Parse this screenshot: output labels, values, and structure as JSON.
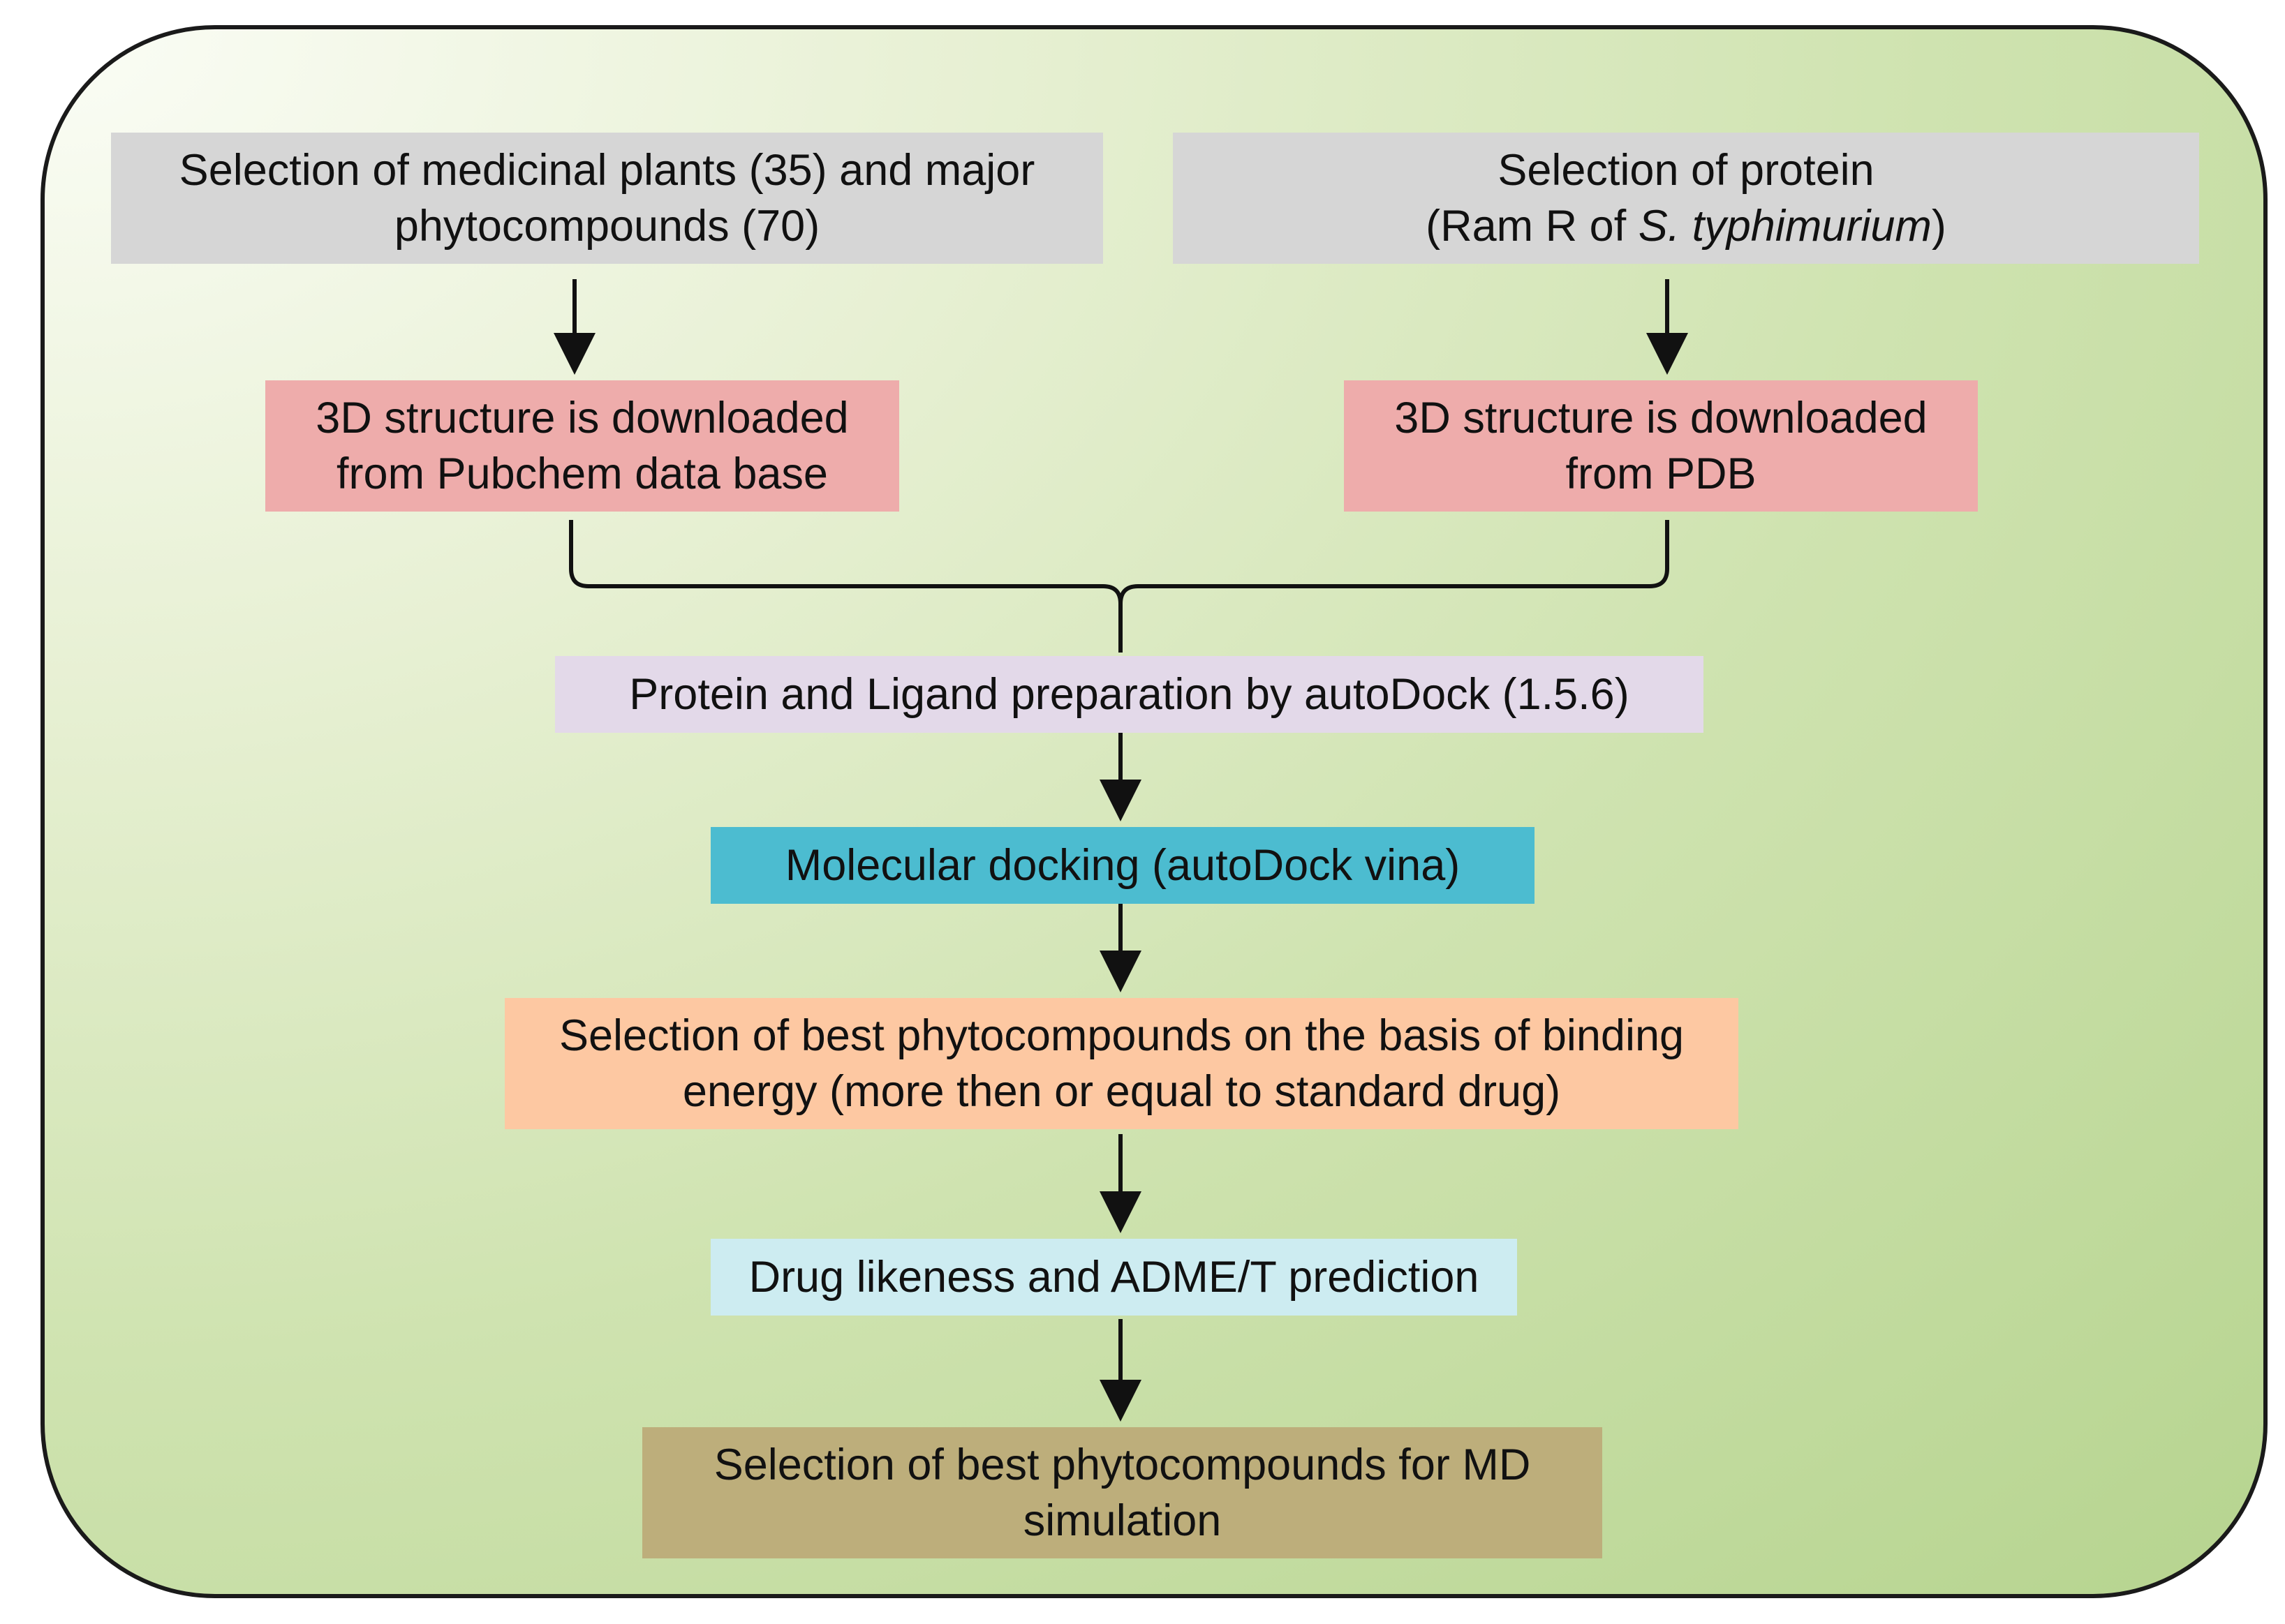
{
  "nodes": {
    "plants": {
      "line1": "Selection of medicinal plants (35) and major",
      "line2": "phytocompounds (70)"
    },
    "protein": {
      "line1": "Selection of protein",
      "line2_prefix": "(Ram R of ",
      "line2_italic": "S. typhimurium",
      "line2_suffix": ")"
    },
    "pubchem": {
      "line1": "3D structure is downloaded",
      "line2": "from Pubchem data base"
    },
    "pdb": {
      "line1": "3D structure is downloaded",
      "line2": "from PDB"
    },
    "preparation": {
      "line1": "Protein and Ligand preparation by autoDock (1.5.6)"
    },
    "docking": {
      "line1": "Molecular docking (autoDock vina)"
    },
    "binding": {
      "line1": "Selection of best phytocompounds on the basis of binding",
      "line2": "energy (more then or equal to standard drug)"
    },
    "admet": {
      "line1": "Drug likeness and ADME/T prediction"
    },
    "md": {
      "line1": "Selection of best phytocompounds for MD",
      "line2": "simulation"
    }
  },
  "colors": {
    "selection_box": "#d6d6d6",
    "download_box": "#eeacab",
    "preparation_box": "#e3d9e9",
    "docking_box": "#4cbcd0",
    "binding_box": "#fdc8a2",
    "admet_box": "#cdecf1",
    "md_box": "#bdae7b",
    "background": "#cfe3b0"
  }
}
